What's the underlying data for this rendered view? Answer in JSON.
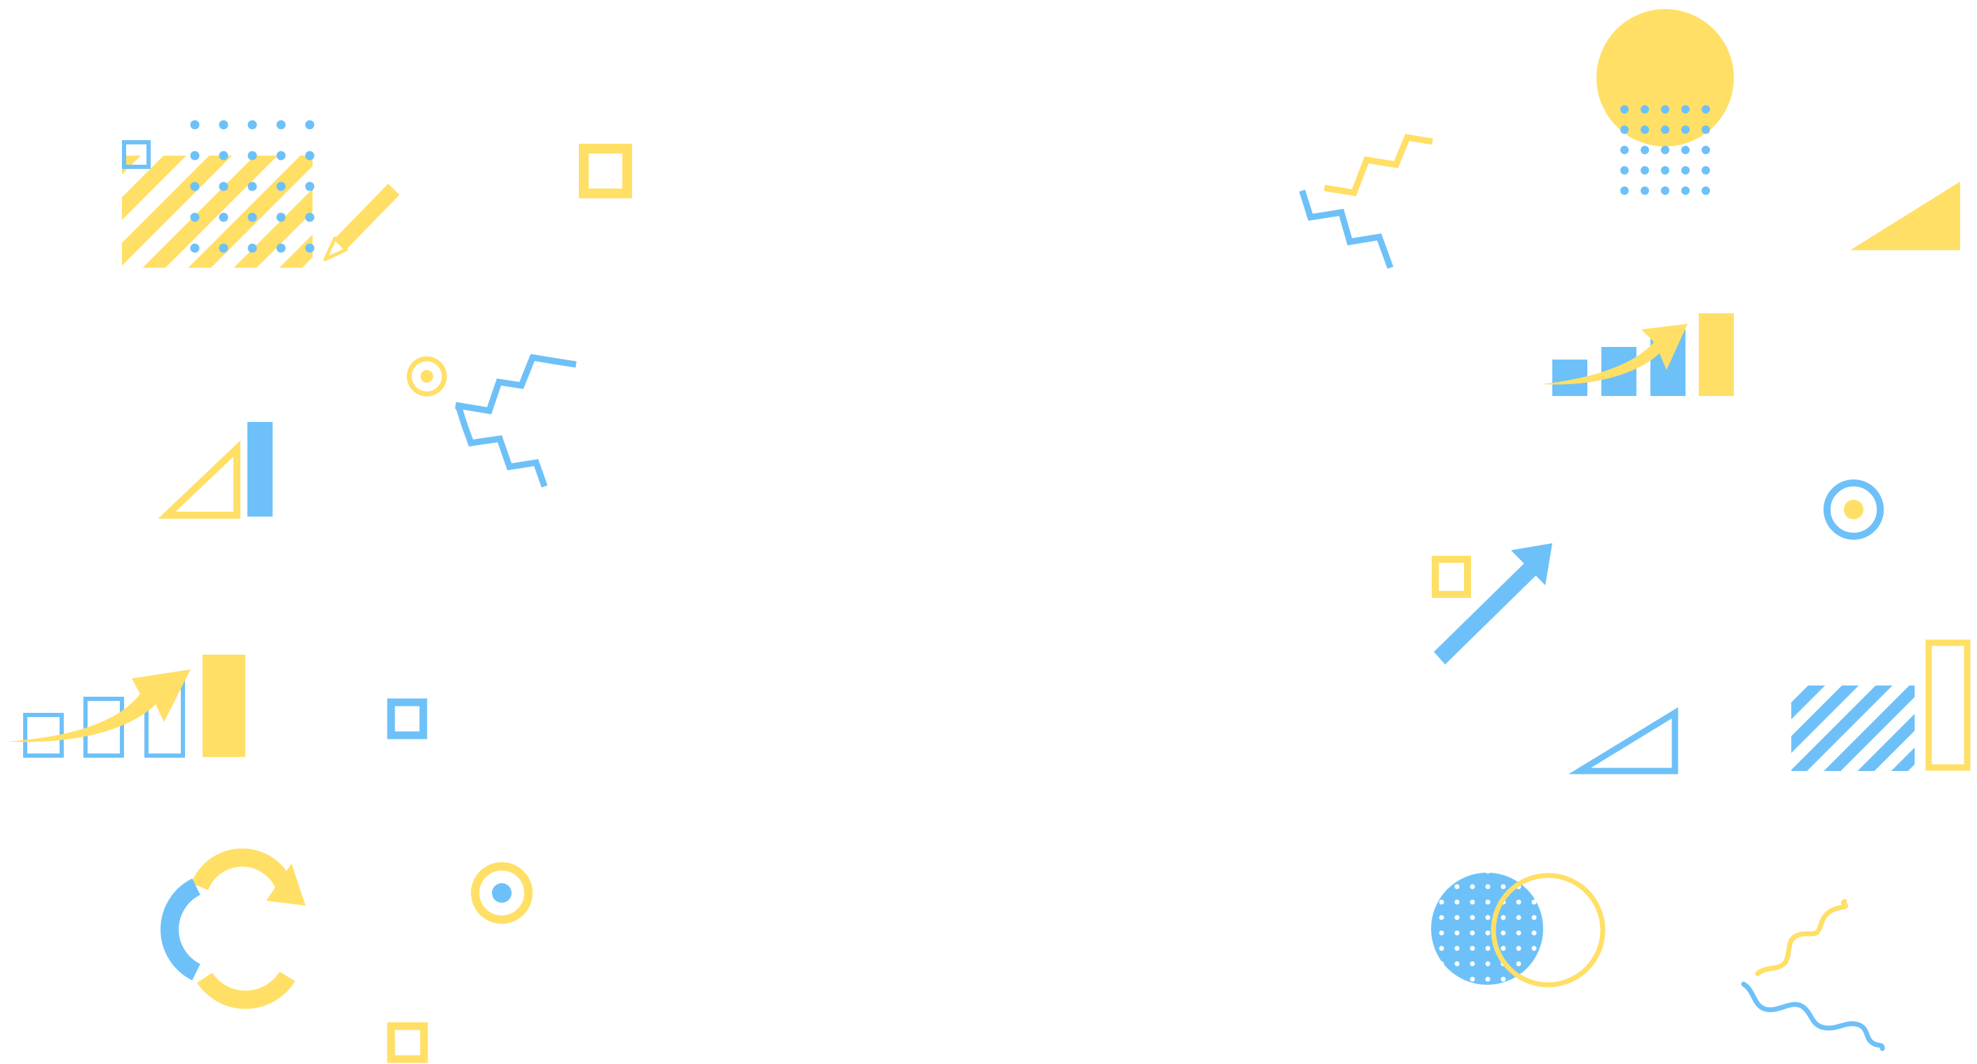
{
  "palette": {
    "yellow": "#FFDF66",
    "blue": "#6EC1F8",
    "background": "#FFFFFF"
  },
  "decorations": {
    "left_cluster": [
      "hatched-rectangle",
      "dot-grid",
      "small-square-outline",
      "pencil-icon",
      "square-outline",
      "target-ring-icon",
      "zigzag-line",
      "triangle-ruler-icon",
      "bar",
      "growth-chart-icon",
      "square-outline",
      "refresh-arrow-icon",
      "target-ring-icon",
      "square-outline"
    ],
    "right_cluster": [
      "zigzag-line",
      "circle",
      "dot-grid",
      "triangle",
      "growth-chart-icon",
      "target-ring-icon",
      "square-outline",
      "arrow-up-right-icon",
      "triangle-outline",
      "hatched-rectangle",
      "rectangle-outline",
      "dotted-circle",
      "circle-outline",
      "wavy-line"
    ]
  }
}
